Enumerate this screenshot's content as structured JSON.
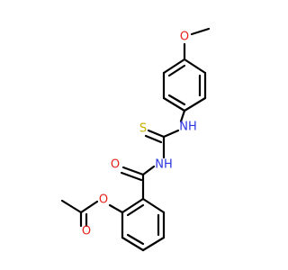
{
  "molecule": {
    "atoms": {
      "methoxy_o": "O",
      "thio_nh": "NH",
      "thione_s": "S",
      "amide_nh": "NH",
      "amide_o": "O",
      "ester_o": "O",
      "acetyl_o": "O"
    },
    "colors": {
      "carbon": "#000000",
      "oxygen": "#e8231b",
      "nitrogen": "#2a35e0",
      "sulfur": "#c9b000"
    }
  }
}
